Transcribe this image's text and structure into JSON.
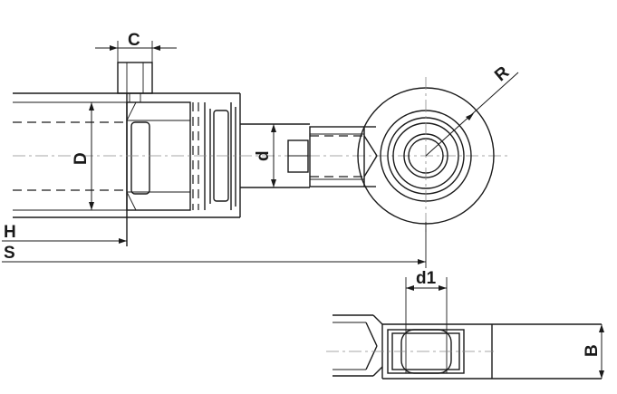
{
  "labels": {
    "C": "C",
    "D": "D",
    "d": "d",
    "R": "R",
    "H": "H",
    "S": "S",
    "d1": "d1",
    "B": "B"
  }
}
